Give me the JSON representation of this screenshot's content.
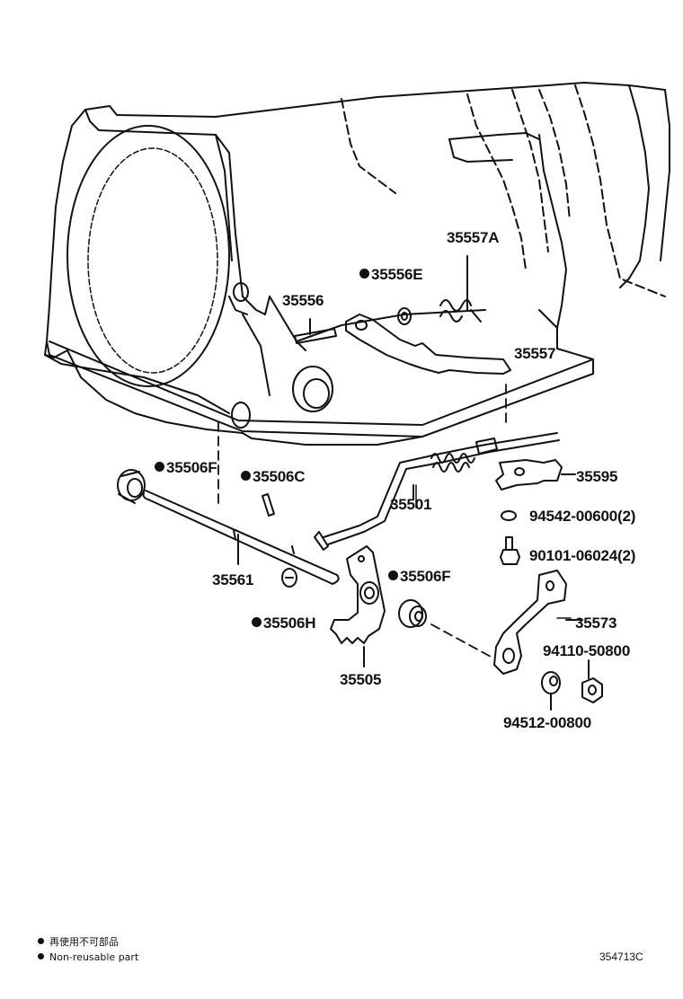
{
  "parts": {
    "p35557A": "35557A",
    "p35556E": "35556E",
    "p35556": "35556",
    "p35557": "35557",
    "p35506F_top": "35506F",
    "p35506C": "35506C",
    "p35501": "35501",
    "p35595": "35595",
    "p94542": "94542-00600(2)",
    "p90101": "90101-06024(2)",
    "p35561": "35561",
    "p35506F_mid": "35506F",
    "p35506H": "35506H",
    "p35573": "35573",
    "p94110": "94110-50800",
    "p35505": "35505",
    "p94512": "94512-00800"
  },
  "legend": {
    "line1": "再使用不可部品",
    "line2": "Non-reusable part"
  },
  "reference_code": "354713C"
}
